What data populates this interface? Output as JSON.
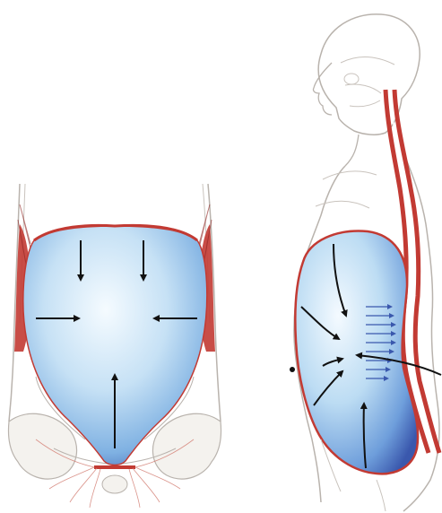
{
  "colors": {
    "background": "#ffffff",
    "outline": "#b9b3ad",
    "muscle": "#c23a33",
    "muscle_dark": "#8e2320",
    "cavity_light": "#eaf4fb",
    "cavity_mid": "#9cc8ea",
    "cavity_dark": "#3f63b3",
    "arrow": "#111111",
    "bone": "#e9e5df"
  },
  "figures": [
    {
      "view": "front",
      "arrows": [
        "down",
        "down",
        "right",
        "left",
        "up"
      ]
    },
    {
      "view": "side",
      "arrows": [
        "down",
        "down-right",
        "right",
        "up-right",
        "up",
        "left"
      ]
    }
  ]
}
